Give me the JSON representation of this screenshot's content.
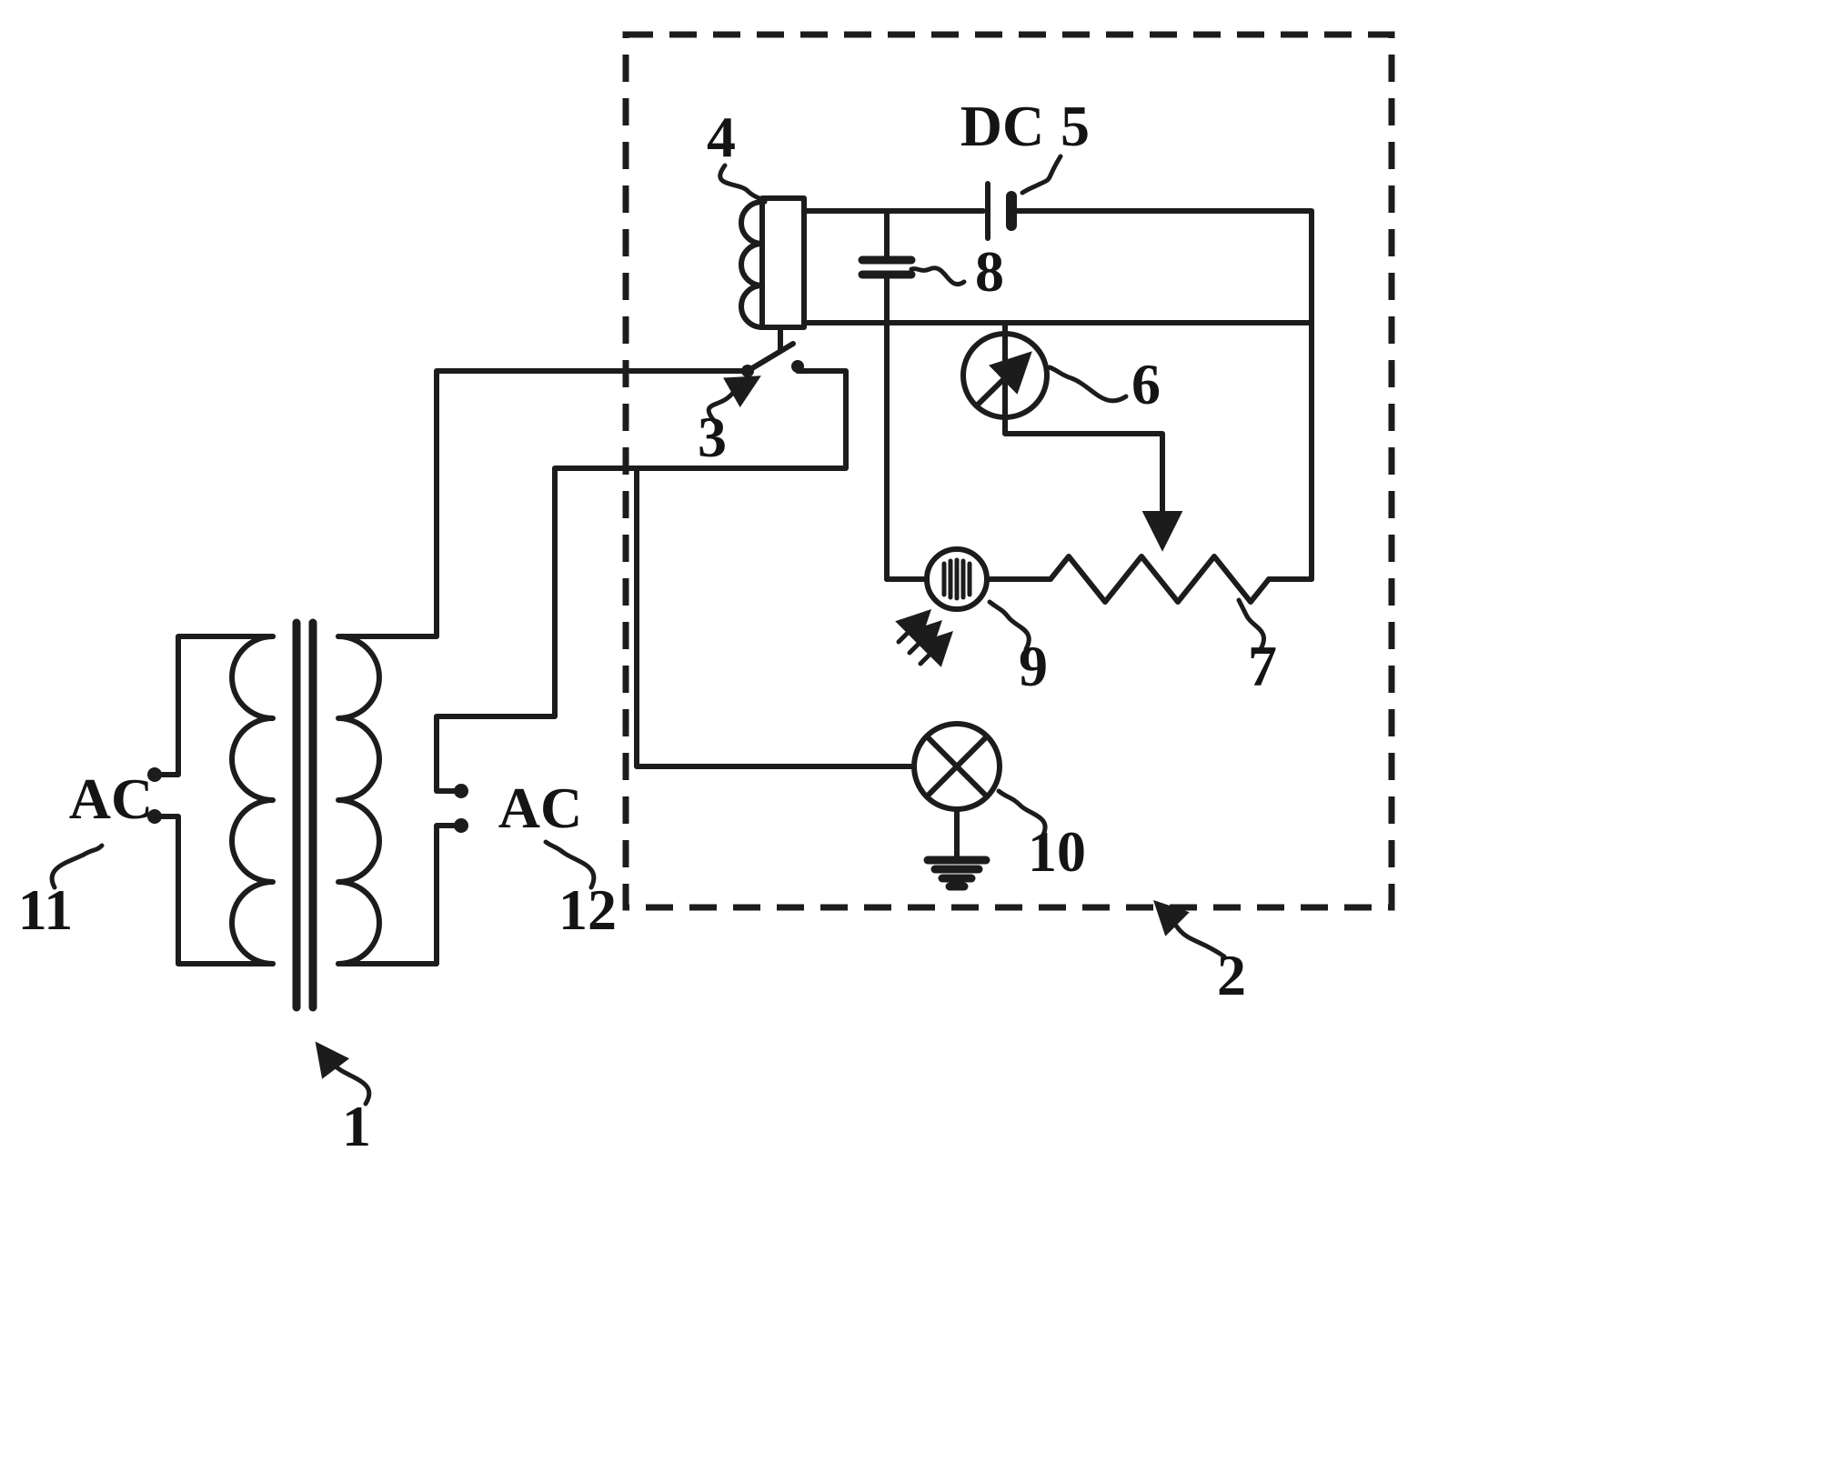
{
  "diagram": {
    "kind": "patent-circuit-schematic",
    "background_color": "#ffffff",
    "ink_color": "#1c1c1c"
  },
  "labels": {
    "transformer": "1",
    "control_unit_box": "2",
    "relay_switch": "3",
    "relay_coil": "4",
    "dc_source": "5",
    "transistor": "6",
    "variable_resistor": "7",
    "capacitor": "8",
    "photo_sensor": "9",
    "lamp": "10",
    "ac_input": "11",
    "ac_output": "12"
  },
  "text": {
    "dc": "DC",
    "ac_input": "AC",
    "ac_output": "AC"
  }
}
